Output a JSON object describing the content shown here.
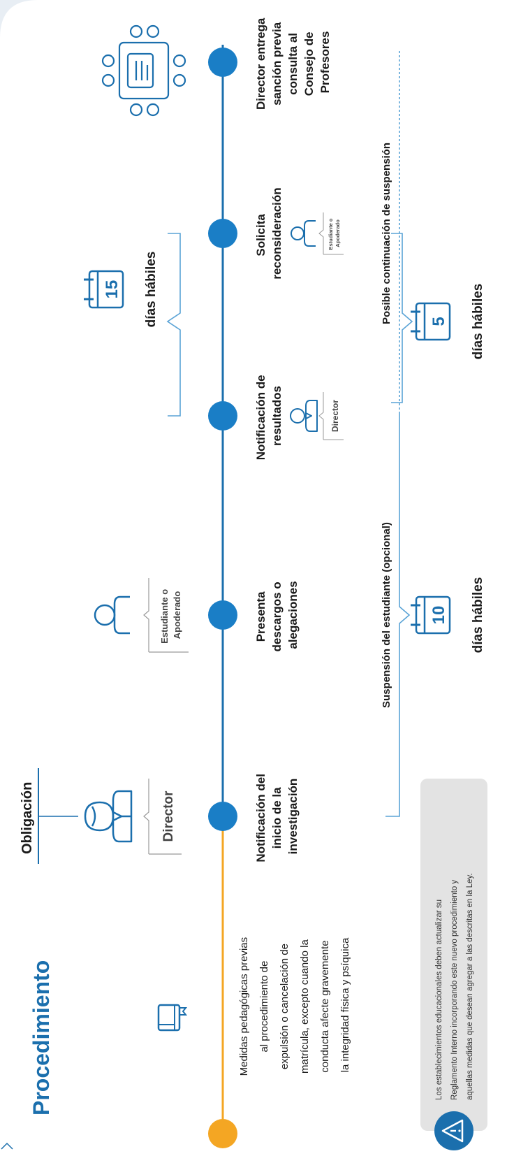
{
  "header": {
    "title": "Procedimiento",
    "subtitle": "Obligación"
  },
  "intro": {
    "lines": [
      "Medidas pedagógicas previas",
      "al procedimiento de",
      "expulsión o cancelación de",
      "matrícula, excepto cuando la",
      "conducta afecte gravemente",
      "la integridad física y psíquica"
    ]
  },
  "steps": [
    {
      "label_lines": [
        "Notificación del",
        "inicio de la",
        "investigación"
      ]
    },
    {
      "label_lines": [
        "Presenta",
        "descargos o",
        "alegaciones"
      ]
    },
    {
      "label_lines": [
        "Notificación de",
        "resultados"
      ]
    },
    {
      "label_lines": [
        "Solicita",
        "reconsideración"
      ]
    },
    {
      "label_lines": [
        "Director entrega",
        "sanción previa",
        "consulta al",
        "Consejo de",
        "Profesores"
      ]
    }
  ],
  "roles": {
    "director": "Director",
    "student_lines": [
      "Estudiante o",
      "Apoderado"
    ]
  },
  "durations": {
    "days_10": "10",
    "days_15": "15",
    "days_5": "5",
    "unit": "días hábiles"
  },
  "ranges": {
    "suspension": "Suspensión del estudiante (opcional)",
    "continuation": "Posible continuación de suspensión"
  },
  "note": {
    "lines": [
      "Los establecimientos educacionales deben actualizar su",
      "Reglamento Interno incorporando este nuevo procedimiento y",
      "aquellas medidas que desean agregar a las descritas en la Ley."
    ]
  },
  "colors": {
    "primary_blue": "#1b6fad",
    "accent_blue": "#1a7ec6",
    "orange": "#f4a623",
    "light_blue": "#5aa3d6",
    "note_bg": "#e3e3e3"
  }
}
